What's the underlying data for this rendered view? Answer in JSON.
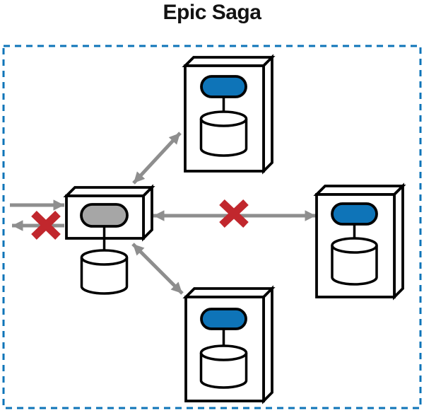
{
  "title": "Epic Saga",
  "colors": {
    "service-blue": "#0E74B8",
    "orchestrator-gray": "#A6A6A6",
    "arrow-gray": "#8E8E8E",
    "error-red": "#C1272D",
    "border-blue": "#0E74B8",
    "outline-black": "#000000"
  },
  "diagram": {
    "pattern_name": "Epic Saga",
    "nodes": [
      {
        "id": "orchestrator",
        "shape": "wide-3d-box",
        "pill_color": "gray",
        "has_database": true
      },
      {
        "id": "service-top",
        "shape": "tall-3d-box",
        "pill_color": "blue",
        "has_database": true
      },
      {
        "id": "service-right",
        "shape": "tall-3d-box",
        "pill_color": "blue",
        "has_database": true
      },
      {
        "id": "service-bottom",
        "shape": "tall-3d-box",
        "pill_color": "blue",
        "has_database": true
      }
    ],
    "edges": [
      {
        "from": "outside-left",
        "to": "orchestrator",
        "direction": "single",
        "status": "ok"
      },
      {
        "from": "orchestrator",
        "to": "outside-left",
        "direction": "single",
        "status": "blocked-red-x"
      },
      {
        "from": "orchestrator",
        "to": "service-top",
        "direction": "bidirectional",
        "status": "ok"
      },
      {
        "from": "orchestrator",
        "to": "service-right",
        "direction": "bidirectional",
        "status": "blocked-red-x"
      },
      {
        "from": "orchestrator",
        "to": "service-bottom",
        "direction": "bidirectional",
        "status": "ok"
      }
    ]
  }
}
